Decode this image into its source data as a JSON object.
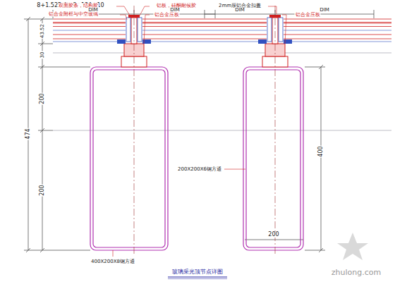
{
  "diagram": {
    "title": "玻璃采光顶节点详图",
    "labels": [
      "8+1.52Pvb+8+12A+10",
      "双面胶条，结构胶",
      "铝合金附框与中空玻璃",
      "铝板，硅酮耐候胶",
      "铝合金压板",
      "2mm厚铝合金扣盖",
      "铝合金压板",
      "DIM",
      "DIM",
      "DIM",
      "DIM",
      "43.52",
      "30",
      "200",
      "200",
      "474",
      "400",
      "200",
      "200X200X6钢方通",
      "400X200X8钢方通",
      "zhulong.com"
    ]
  }
}
